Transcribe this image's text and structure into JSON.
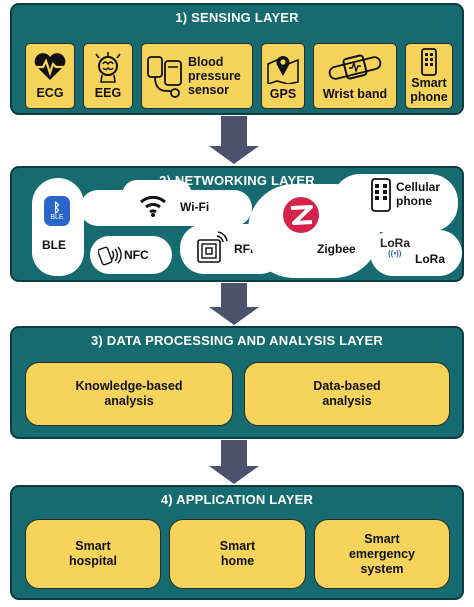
{
  "layers": {
    "sensing": {
      "title": "1) SENSING LAYER",
      "items": [
        "ECG",
        "EEG",
        "Blood\npressure\nsensor",
        "GPS",
        "Wrist band",
        "Smart\nphone"
      ]
    },
    "networking": {
      "title": "2) NETWORKING LAYER",
      "items": {
        "ble": "BLE",
        "ble_badge": "BLE",
        "wifi": "Wi-Fi",
        "nfc": "NFC",
        "rfid": "RFID",
        "zigbee": "Zigbee",
        "cellular": "Cellular\nphone",
        "lora_logo": "LoRa",
        "lora": "LoRa"
      }
    },
    "processing": {
      "title": "3) DATA PROCESSING AND ANALYSIS LAYER",
      "items": [
        "Knowledge-based\nanalysis",
        "Data-based\nanalysis"
      ]
    },
    "application": {
      "title": "4) APPLICATION LAYER",
      "items": [
        "Smart\nhospital",
        "Smart\nhome",
        "Smart\nemergency\nsystem"
      ]
    }
  },
  "colors": {
    "layer_fill": "#156b70",
    "box_fill": "#f6d35a",
    "arrow": "#4a536b",
    "zigbee": "#d6224a",
    "ble_badge": "#2a66c7"
  },
  "icons": [
    "heart-pulse-icon",
    "brain-icon",
    "blood-pressure-icon",
    "map-pin-icon",
    "smartwatch-icon",
    "smartphone-icon",
    "bluetooth-icon",
    "wifi-icon",
    "nfc-icon",
    "rfid-icon",
    "zigbee-icon",
    "cellular-phone-icon",
    "lora-icon"
  ]
}
